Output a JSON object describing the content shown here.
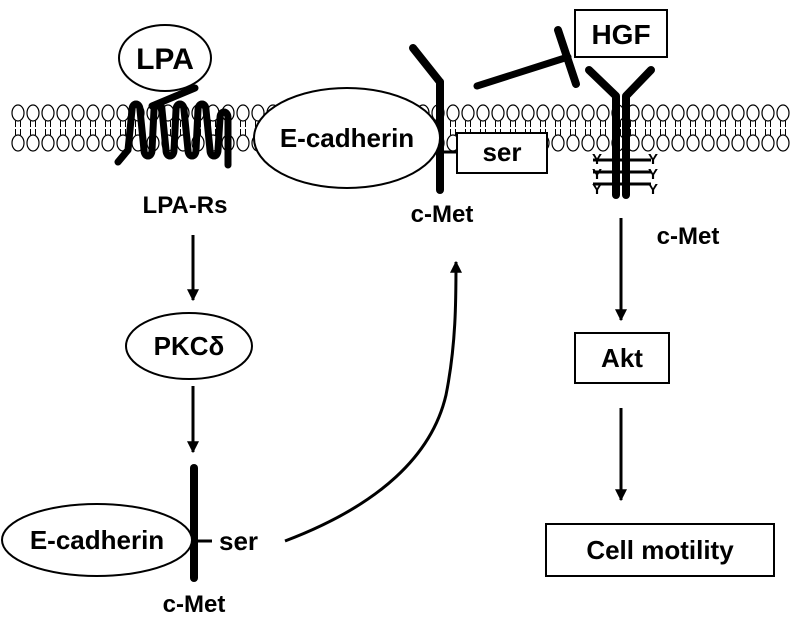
{
  "labels": {
    "lpa": "LPA",
    "lpa_receptors": "LPA-Rs",
    "e_cadherin_membrane": "E-cadherin",
    "ser_membrane": "ser",
    "c_met_membrane": "c-Met",
    "hgf": "HGF",
    "c_met_active": "c-Met",
    "pkc_delta": "PKCδ",
    "e_cadherin_complex": "E-cadherin",
    "ser_complex": "ser",
    "c_met_complex": "c-Met",
    "akt": "Akt",
    "cell_motility": "Cell motility"
  },
  "phospho_mark": "Y",
  "colors": {
    "ink": "#000000",
    "background": "#ffffff"
  }
}
